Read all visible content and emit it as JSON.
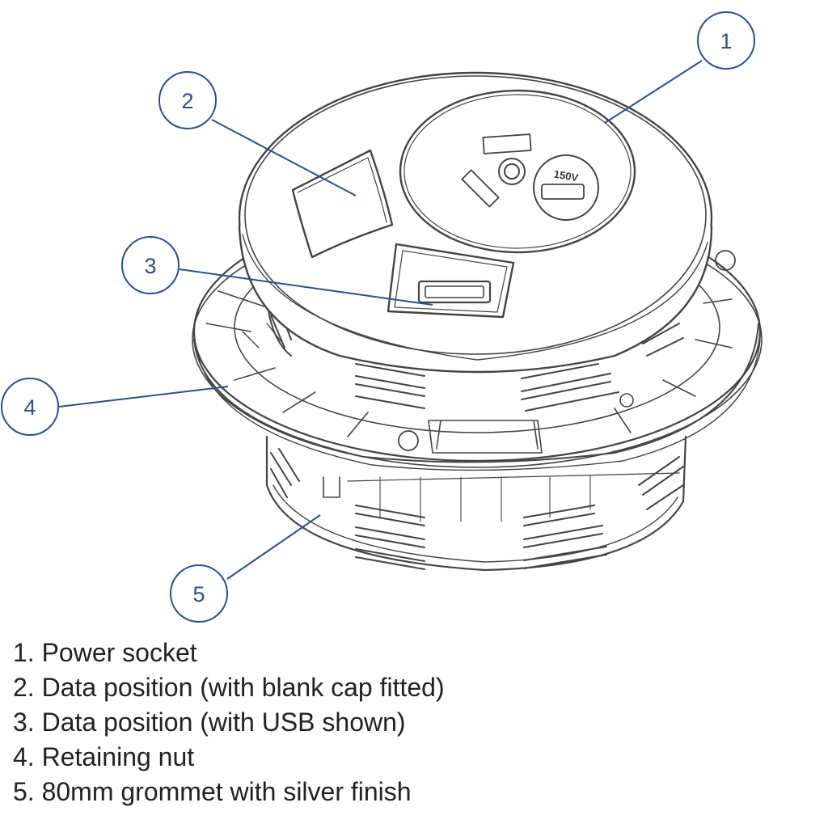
{
  "callouts": [
    {
      "number": "1"
    },
    {
      "number": "2"
    },
    {
      "number": "3"
    },
    {
      "number": "4"
    },
    {
      "number": "5"
    }
  ],
  "legend": [
    "1. Power socket",
    "2. Data position (with blank cap fitted)",
    "3. Data position (with USB shown)",
    "4. Retaining nut",
    "5. 80mm grommet with silver finish"
  ],
  "socket_marking": "150V",
  "colors": {
    "callout": "#2d4f8f",
    "line_art": "#444444"
  }
}
